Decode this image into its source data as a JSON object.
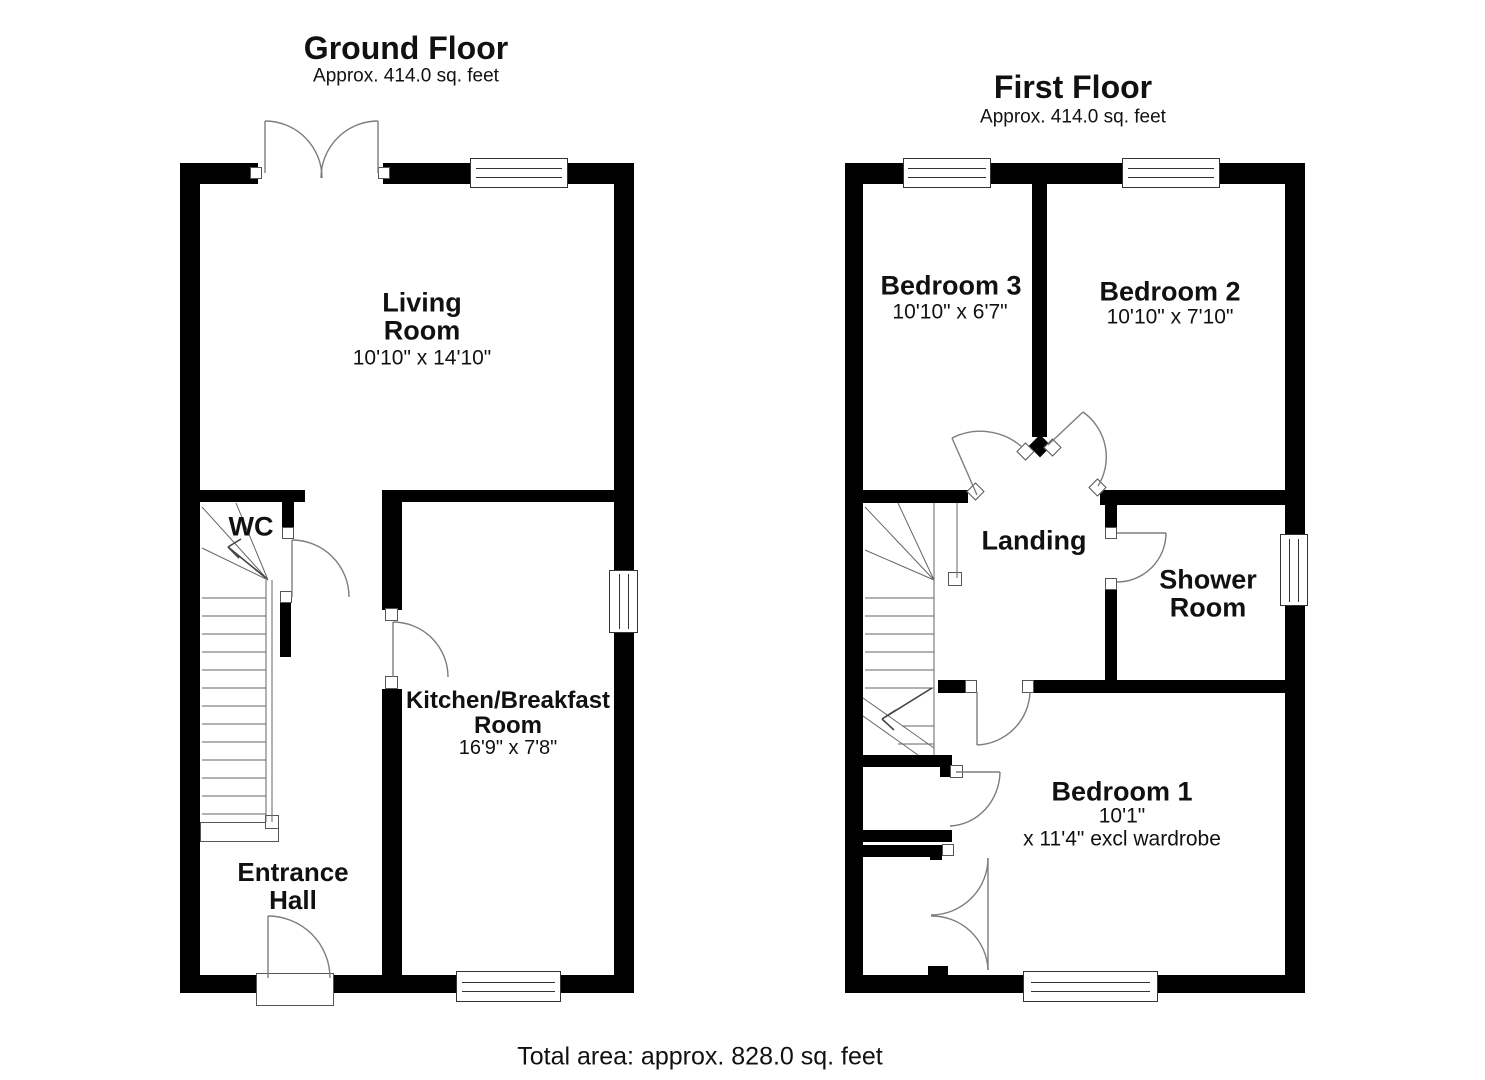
{
  "ground_floor": {
    "title": "Ground Floor",
    "subtitle": "Approx. 414.0 sq. feet",
    "living_room": {
      "line1": "Living",
      "line2": "Room",
      "dims": "10'10\" x 14'10\""
    },
    "wc": {
      "name": "WC"
    },
    "kitchen": {
      "line1": "Kitchen/Breakfast",
      "line2": "Room",
      "dims": "16'9\" x 7'8\""
    },
    "entrance_hall": {
      "line1": "Entrance",
      "line2": "Hall"
    }
  },
  "first_floor": {
    "title": "First Floor",
    "subtitle": "Approx. 414.0 sq. feet",
    "bedroom3": {
      "name": "Bedroom 3",
      "dims": "10'10\" x 6'7\""
    },
    "bedroom2": {
      "name": "Bedroom 2",
      "dims": "10'10\" x 7'10\""
    },
    "landing": {
      "name": "Landing"
    },
    "shower_room": {
      "line1": "Shower",
      "line2": "Room"
    },
    "bedroom1": {
      "name": "Bedroom 1",
      "dims_line1": "10'1\"",
      "dims_line2": "x 11'4\" excl wardrobe"
    }
  },
  "footer": {
    "total_area": "Total area: approx. 828.0 sq. feet"
  },
  "colors": {
    "wall": "#000000",
    "door_arc": "#7d7d7d",
    "background": "#ffffff"
  }
}
